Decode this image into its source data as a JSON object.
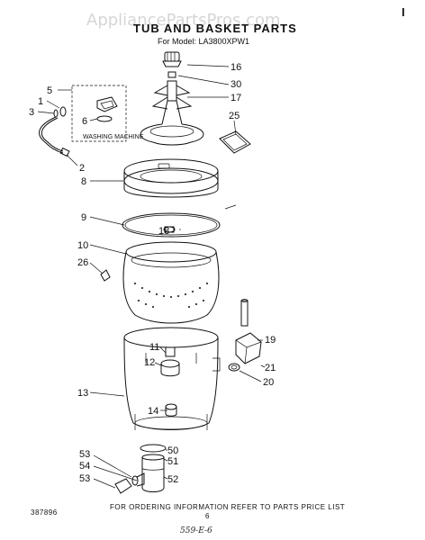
{
  "watermark": "AppliancePartsPros.com",
  "title": "TUB AND BASKET PARTS",
  "model_line": "For Model: LA3800XPW1",
  "inset_label": "WASHING MACHINE",
  "callouts": {
    "c1": "1",
    "c2": "2",
    "c3": "3",
    "c5": "5",
    "c6": "6",
    "c8": "8",
    "c9": "9",
    "c10": "10",
    "c11": "11",
    "c12": "12",
    "c13": "13",
    "c14": "14",
    "c16": "16",
    "c17": "17",
    "c18": "18",
    "c19": "19",
    "c20": "20",
    "c21": "21",
    "c25": "25",
    "c26": "26",
    "c30": "30",
    "c50": "50",
    "c51": "51",
    "c52": "52",
    "c53a": "53",
    "c53b": "53",
    "c54": "54"
  },
  "footer": "FOR ORDERING INFORMATION REFER TO PARTS PRICE LIST",
  "page_number": "6",
  "doc_number": "387896",
  "handwritten": "559-E-6",
  "corner_mark": "I"
}
